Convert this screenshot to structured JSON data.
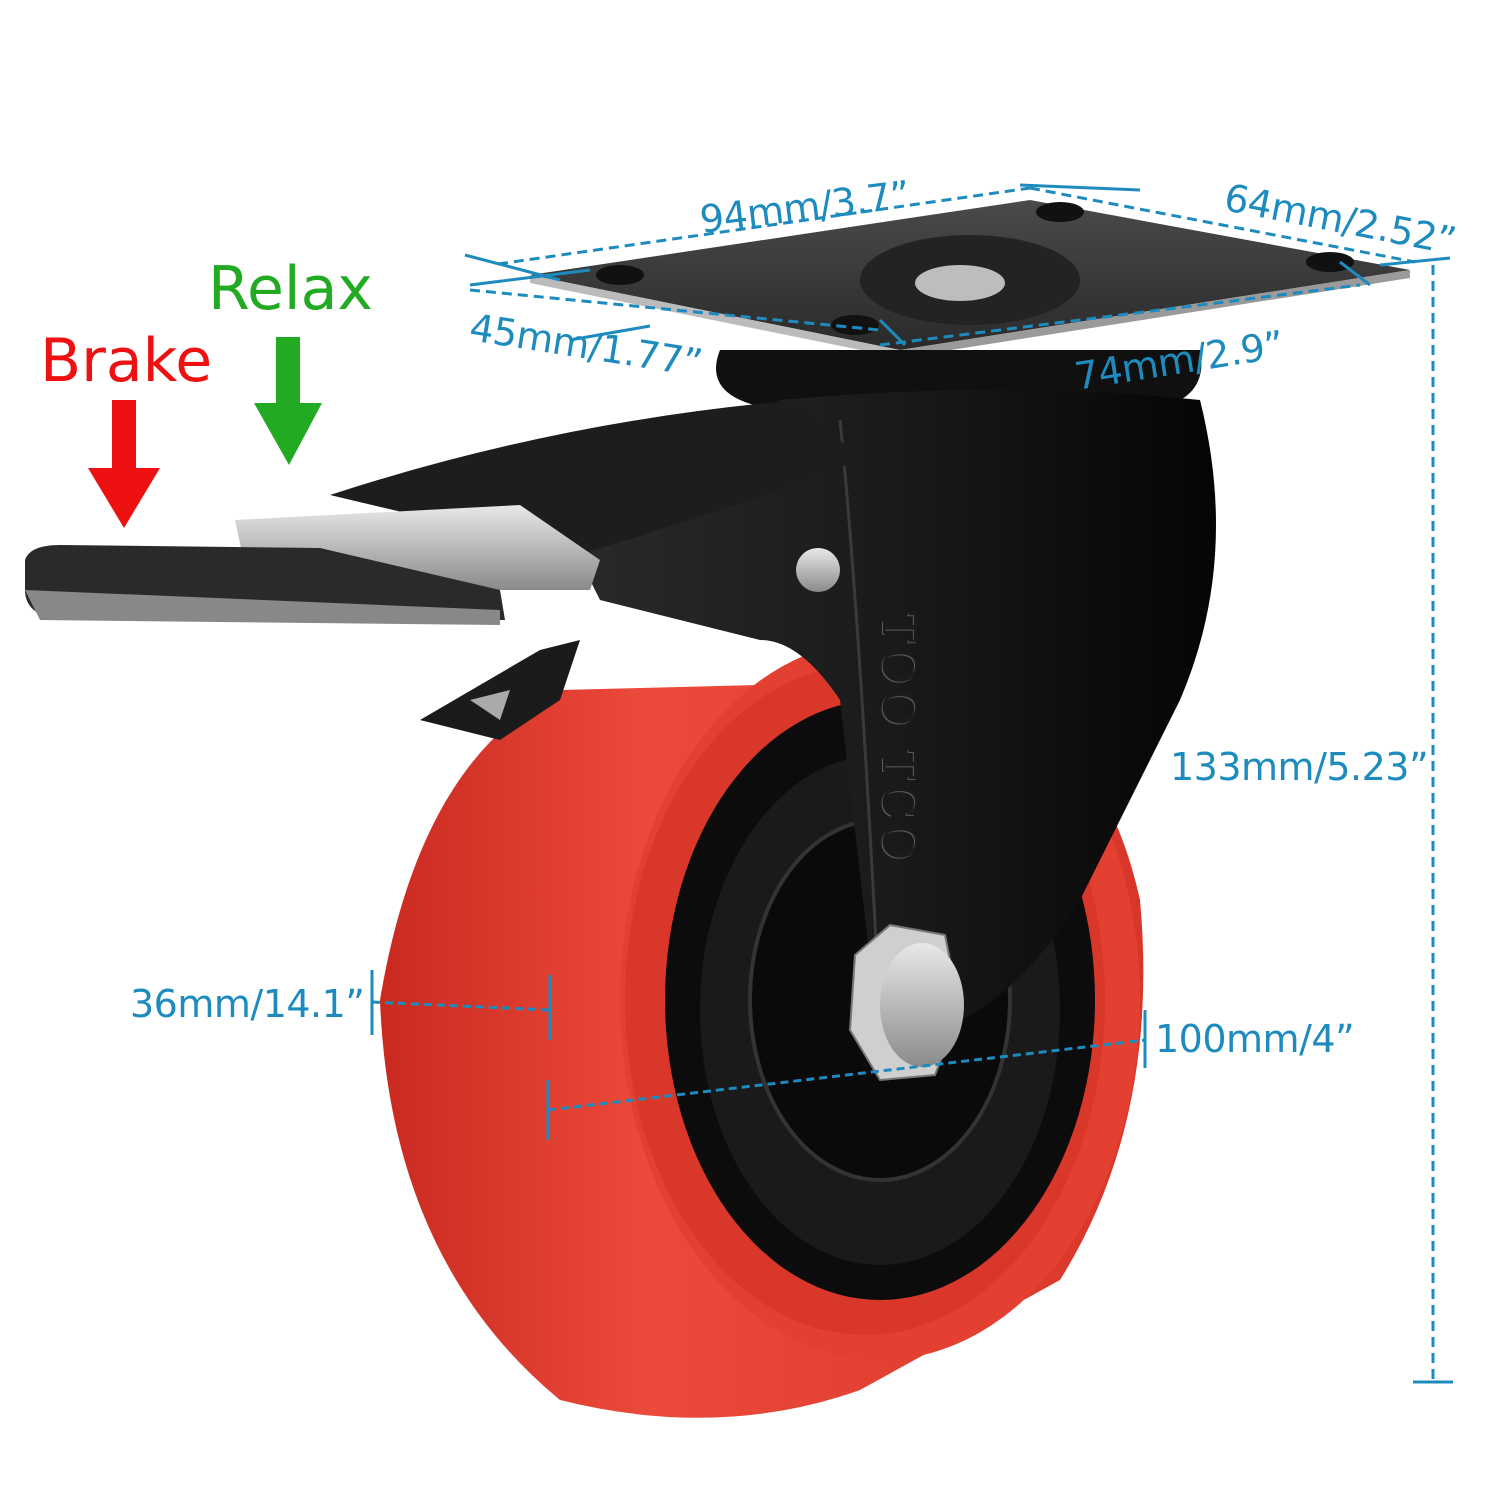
{
  "product": {
    "type": "swivel caster wheel with brake",
    "brand_marking": "TOO TCO",
    "colors": {
      "wheel_tread": "#e23a2c",
      "wheel_hub": "#111111",
      "frame": "#151515",
      "plate": "#3a3a3a",
      "dimension_line": "#1e8bbf",
      "brake_color": "#ee1111",
      "relax_color": "#22aa22",
      "background": "#ffffff"
    }
  },
  "callouts": {
    "brake": {
      "label": "Brake",
      "color": "#ee1111",
      "icon": "arrow-down-icon"
    },
    "relax": {
      "label": "Relax",
      "color": "#22aa22",
      "icon": "arrow-down-icon"
    }
  },
  "dimensions": {
    "plate_length": "94mm/3.7”",
    "plate_width": "64mm/2.52”",
    "hole_spacing_width": "45mm/1.77”",
    "hole_spacing_length": "74mm/2.9”",
    "overall_height": "133mm/5.23”",
    "wheel_width": "36mm/14.1”",
    "wheel_diameter": "100mm/4”"
  }
}
